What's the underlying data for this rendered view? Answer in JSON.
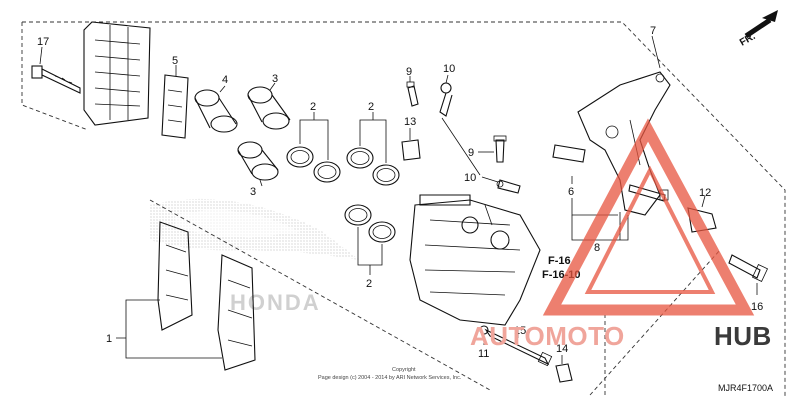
{
  "callouts": {
    "c1": "1",
    "c2a": "2",
    "c2b": "2",
    "c2c": "2",
    "c3a": "3",
    "c3b": "3",
    "c4": "4",
    "c5": "5",
    "c6": "6",
    "c7": "7",
    "c8": "8",
    "c9a": "9",
    "c9b": "9",
    "c10a": "10",
    "c10b": "10",
    "c11": "11",
    "c12": "12",
    "c13": "13",
    "c14": "14",
    "c15": "15",
    "c16": "16",
    "c17": "17"
  },
  "refs": {
    "r1": "F-16",
    "r2": "F-16-10"
  },
  "direction": "FR.",
  "copyright": {
    "line1": "Copyright",
    "line2": "Page design (c) 2004 - 2014 by ARI Network Services, Inc."
  },
  "diagram_code": "MJR4F1700A",
  "background_logo": "HONDA",
  "watermark": {
    "part1": "AUTOMOTO",
    "part2": "HUB"
  },
  "colors": {
    "watermark_red": "#e8553f",
    "watermark_dark": "#3a3a3a",
    "line": "#111111"
  }
}
